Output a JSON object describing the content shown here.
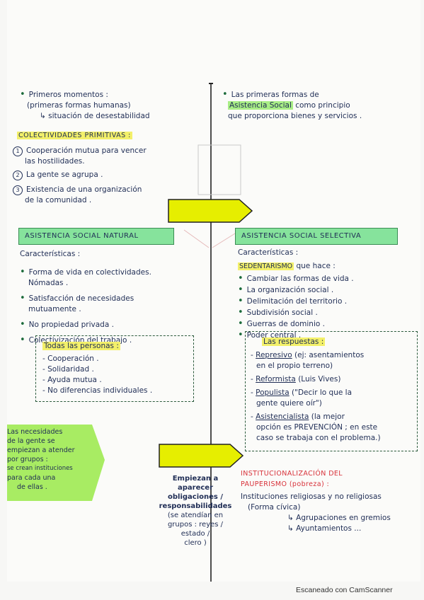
{
  "top_left": {
    "title_lines": [
      "Primeros momentos :",
      "(primeras formas humanas)",
      "↳ situación de desestabilidad"
    ],
    "section_heading": "COLECTIVIDADES PRIMITIVAS :",
    "items": [
      {
        "num": "1",
        "lines": [
          "Cooperación mutua para vencer",
          "las hostilidades."
        ]
      },
      {
        "num": "2",
        "lines": [
          "La gente se agrupa ."
        ]
      },
      {
        "num": "3",
        "lines": [
          "Existencia de una organización",
          "de la comunidad ."
        ]
      }
    ]
  },
  "top_right": {
    "lines": [
      "Las primeras formas de",
      "como principio",
      "que proporciona bienes y servicios ."
    ],
    "highlight": "Asistencia Social"
  },
  "left_block": {
    "header": "ASISTENCIA  SOCIAL  NATURAL",
    "characteristics_label": "Características :",
    "items": [
      {
        "lines": [
          "Forma de vida en colectividades.",
          "Nómadas ."
        ]
      },
      {
        "lines": [
          "Satisfacción de necesidades",
          "mutuamente ."
        ]
      },
      {
        "lines": [
          "No propiedad privada ."
        ]
      },
      {
        "lines": [
          "Colectivización del trabajo ."
        ]
      }
    ],
    "box_title": "Todas las personas :",
    "box_items": [
      "- Cooperación .",
      "- Solidaridad .",
      "- Ayuda mutua .",
      "- No diferencias individuales ."
    ]
  },
  "right_block": {
    "header": "ASISTENCIA  SOCIAL  SELECTIVA",
    "characteristics_label": "Características :",
    "sedentarismo_label": "SEDENTARISMO",
    "sedentarismo_rest": "que hace :",
    "items": [
      "Cambiar las formas de vida .",
      "La organización social .",
      "Delimitación del territorio .",
      "Subdivisión social .",
      "Guerras de dominio .",
      "Poder central ."
    ],
    "box_title": "Las respuestas :",
    "box_items": [
      {
        "label": "Represivo",
        "lines": [
          "(ej: asentamientos",
          "en el propio terreno)"
        ]
      },
      {
        "label": "Reformista",
        "lines": [
          "(Luis Vives)"
        ]
      },
      {
        "label": "Populista",
        "lines": [
          "(\"Decir lo que la",
          "gente quiere oír\")"
        ]
      },
      {
        "label": "Asistencialista",
        "lines": [
          "(la mejor",
          "opción es PREVENCIÓN ; en este",
          "caso se trabaja con el problema.)"
        ]
      }
    ]
  },
  "hexagon_note": {
    "lines": [
      "Las necesidades",
      "de la gente se",
      "empiezan a atender",
      "por grupos :",
      "se crean instituciones",
      "para cada una",
      "de ellas ."
    ],
    "color": "#a8ec63"
  },
  "middle_note": {
    "lines": [
      "Empiezan a",
      "aparecer",
      "obligaciones /",
      "responsabilidades",
      "(se atendían en",
      "grupos : reyes /",
      "estado /",
      "clero )"
    ]
  },
  "bottom_right": {
    "heading_lines": [
      "INSTITUCIONALIZACIÓN  DEL",
      "PAUPERISMO (pobreza) :"
    ],
    "lines": [
      "Instituciones religiosas y no religiosas",
      "(Forma cívica)"
    ],
    "sub": [
      "↳ Agrupaciones en gremios",
      "↳ Ayuntamientos ..."
    ]
  },
  "footer": "Escaneado con CamScanner",
  "colors": {
    "ink": "#1f2d55",
    "arrow": "#e6ee00",
    "green": "#86e39c",
    "red": "#d8323a"
  }
}
